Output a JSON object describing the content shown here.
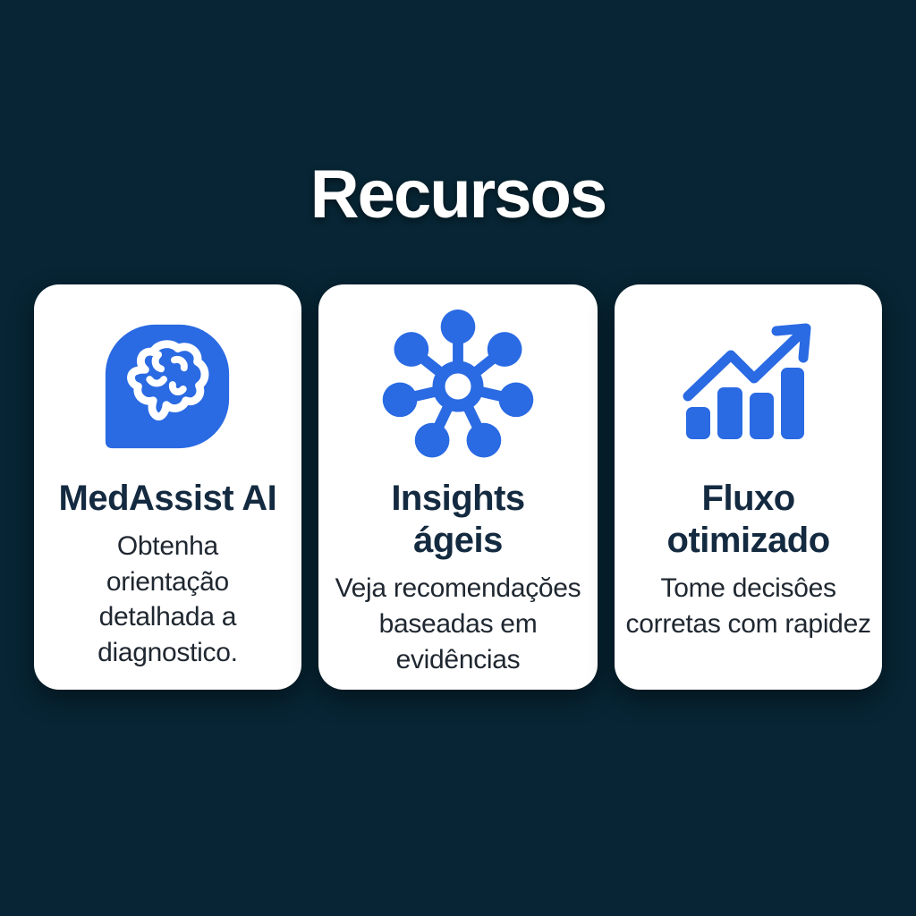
{
  "colors": {
    "page_bg": "#072534",
    "accent": "#2a6ae3",
    "card_bg": "#ffffff",
    "title_color": "#142a40",
    "body_text": "#1f2730",
    "heading_color": "#ffffff"
  },
  "heading": {
    "title": "Recursos"
  },
  "cards": [
    {
      "icon": "chat-brain-icon",
      "title_lines": [
        "MedAssist AI"
      ],
      "body_lines": [
        "Obtenha",
        "orientação",
        "detalhada a",
        "diagnostico."
      ]
    },
    {
      "icon": "network-hub-icon",
      "title_lines": [
        "Insights",
        "ágeis"
      ],
      "body_lines": [
        "Veja recomendaçŏes",
        "baseadas em",
        "evidências"
      ]
    },
    {
      "icon": "growth-chart-icon",
      "title_lines": [
        "Fluxo",
        "otimizado"
      ],
      "body_lines": [
        "Tome decisôes",
        "corretas com rapidez"
      ]
    }
  ]
}
